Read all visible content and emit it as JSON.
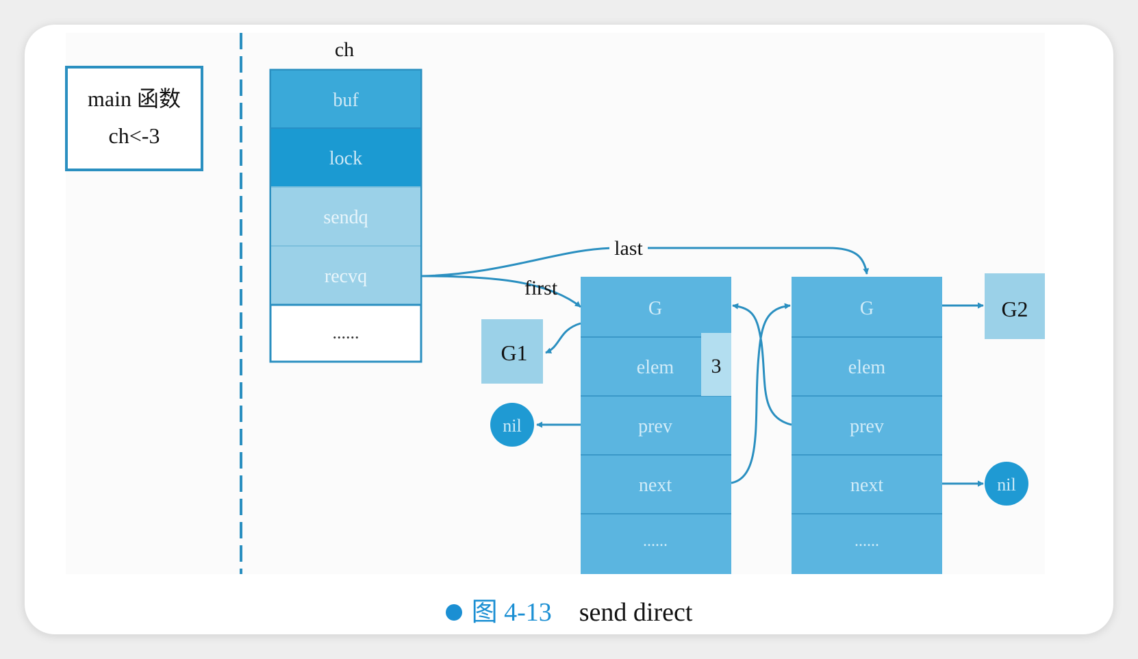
{
  "main_box": {
    "line1": "main 函数",
    "line2": "ch<-3"
  },
  "channel": {
    "title": "ch",
    "fields": [
      "buf",
      "lock",
      "sendq",
      "recvq",
      "......"
    ]
  },
  "edges": {
    "first": "first",
    "last": "last"
  },
  "sudog1": {
    "fields": [
      "G",
      "elem",
      "prev",
      "next",
      "......"
    ],
    "elem_value": "3"
  },
  "sudog2": {
    "fields": [
      "G",
      "elem",
      "prev",
      "next",
      "......"
    ]
  },
  "goroutines": {
    "g1": "G1",
    "g2": "G2"
  },
  "nil_label": "nil",
  "caption": {
    "number": "图 4-13",
    "text": "send direct"
  },
  "colors": {
    "accent": "#1b8fd3",
    "buf": "#3aa9d9",
    "lock": "#1b9ad2",
    "queue": "#9bd1e8",
    "node": "#5bb5e0",
    "goroutine": "#9bd1e8",
    "arrow": "#2a8fc0"
  }
}
